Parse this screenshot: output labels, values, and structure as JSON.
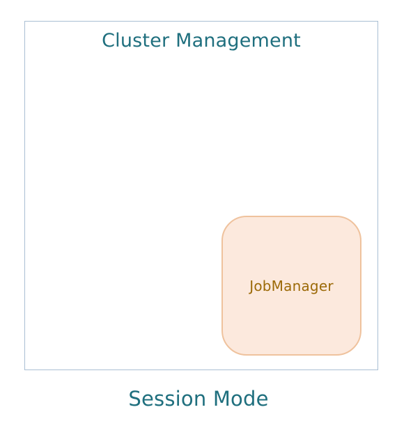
{
  "diagram": {
    "cluster": {
      "title": "Cluster Management"
    },
    "components": {
      "jobmanager": {
        "label": "JobManager"
      }
    },
    "caption": "Session Mode",
    "colors": {
      "cluster_border": "#a9bfd3",
      "title_text": "#1f6f7e",
      "jobmanager_fill": "#fce9dd",
      "jobmanager_border": "#efc29d",
      "jobmanager_text": "#9c6a08"
    }
  }
}
